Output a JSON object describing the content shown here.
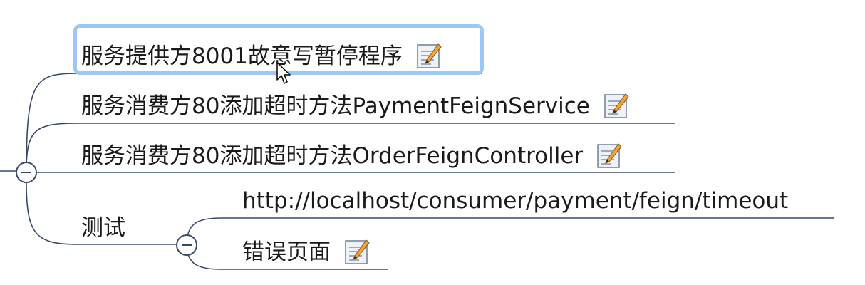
{
  "colors": {
    "connector": "#3a4a66",
    "selection": "#9ec8f3",
    "text": "#1a1a1a"
  },
  "nodes": {
    "provider_pause": {
      "label": "服务提供方8001故意写暂停程序",
      "icon": "note-icon",
      "selected": true
    },
    "consumer_payment_service": {
      "label": "服务消费方80添加超时方法PaymentFeignService",
      "icon": "note-icon"
    },
    "consumer_order_controller": {
      "label": "服务消费方80添加超时方法OrderFeignController",
      "icon": "note-icon"
    },
    "test": {
      "label": "测试",
      "children": {
        "url": {
          "label": "http://localhost/consumer/payment/feign/timeout"
        },
        "error_page": {
          "label": "错误页面",
          "icon": "note-icon"
        }
      }
    }
  }
}
